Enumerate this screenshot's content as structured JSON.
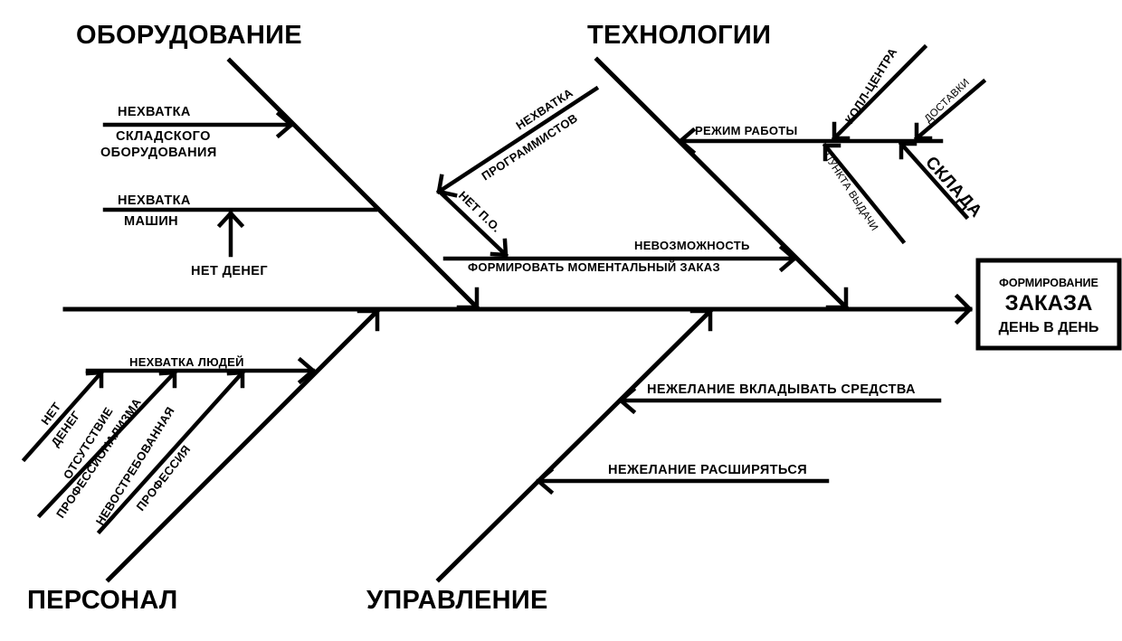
{
  "result": {
    "line1": "ФОРМИРОВАНИЕ",
    "line2": "ЗАКАЗА",
    "line3": "ДЕНЬ В ДЕНЬ"
  },
  "categories": {
    "equipment": "ОБОРУДОВАНИЕ",
    "technology": "ТЕХНОЛОГИИ",
    "personnel": "ПЕРСОНАЛ",
    "management": "УПРАВЛЕНИЕ"
  },
  "equipment": {
    "cause1_line1": "НЕХВАТКА",
    "cause1_line2": "СКЛАДСКОГО",
    "cause1_line3": "ОБОРУДОВАНИЯ",
    "cause2_line1": "НЕХВАТКА",
    "cause2_line2": "МАШИН",
    "cause2_sub": "НЕТ ДЕНЕГ"
  },
  "technology": {
    "programmers_line1": "НЕХВАТКА",
    "programmers_line2": "ПРОГРАММИСТОВ",
    "no_software": "НЕТ П.О.",
    "instant_line1": "НЕВОЗМОЖНОСТЬ",
    "instant_line2": "ФОРМИРОВАТЬ МОМЕНТАЛЬНЫЙ ЗАКАЗ",
    "work_mode": "РЕЖИМ РАБОТЫ",
    "call_center": "КОЛЛ-ЦЕНТРА",
    "delivery": "ДОСТАВКИ",
    "warehouse": "СКЛАДА",
    "pickup_point": "ПУНКТА ВЫДАЧИ"
  },
  "personnel": {
    "shortage": "НЕХВАТКА ЛЮДЕЙ",
    "no_money_line1": "НЕТ",
    "no_money_line2": "ДЕНЕГ",
    "no_prof_line1": "ОТСУТСТВИЕ",
    "no_prof_line2": "ПРОФЕССИОНАЛИЗМА",
    "undemand_line1": "НЕВОСТРЕБОВАННАЯ",
    "undemand_line2": "ПРОФЕССИЯ"
  },
  "management": {
    "invest": "НЕЖЕЛАНИЕ ВКЛАДЫВАТЬ СРЕДСТВА",
    "expand": "НЕЖЕЛАНИЕ РАСШИРЯТЬСЯ"
  }
}
